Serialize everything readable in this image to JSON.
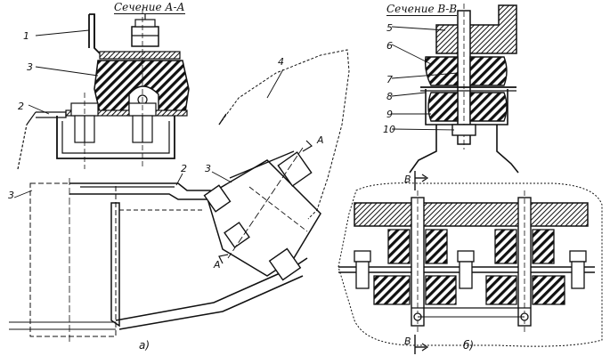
{
  "titles": {
    "section_aa": "Сечение А-А",
    "section_bb": "Сечение В-В"
  },
  "callouts": [
    "1",
    "2",
    "3",
    "4",
    "5",
    "6",
    "7",
    "8",
    "9",
    "10"
  ],
  "repeat_labels": {
    "two": "2",
    "three": "3",
    "three_b": "3"
  },
  "section_marks": {
    "a_top": "А",
    "a_bottom": "А",
    "b_top": "В",
    "b_bottom": "В"
  },
  "subfigures": {
    "a": "а)",
    "b": "б)"
  },
  "colors": {
    "ink": "#111111",
    "paper": "#ffffff"
  }
}
